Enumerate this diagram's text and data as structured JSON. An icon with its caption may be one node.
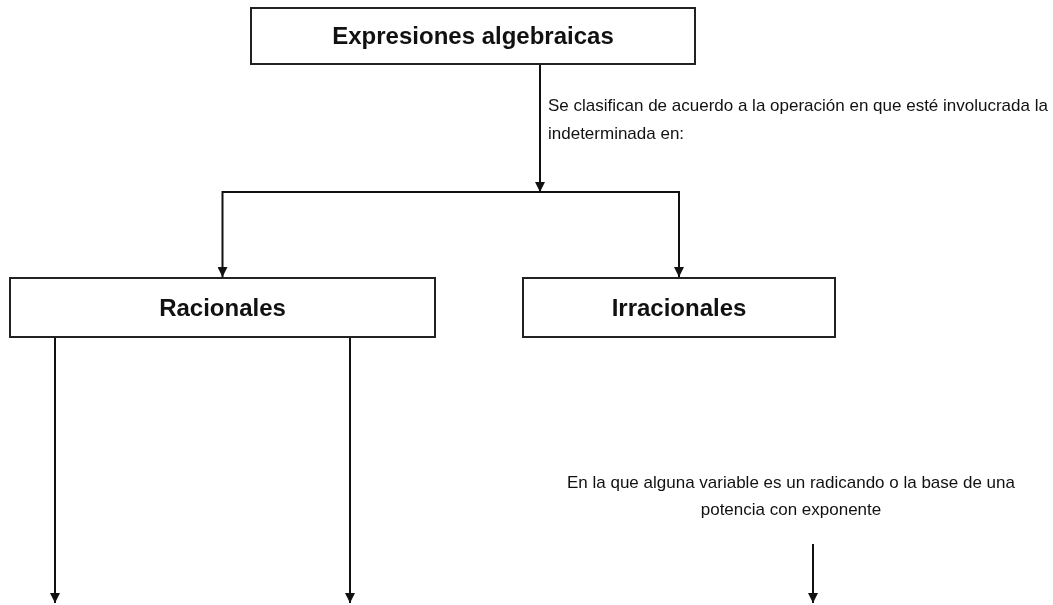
{
  "diagram": {
    "nodes": [
      {
        "text": [
          "Expresiones algebraicas"
        ]
      },
      {
        "text": [
          "Racionales"
        ]
      },
      {
        "text": [
          "Irracionales"
        ]
      },
      {
        "text": [
          "En la que alguna variable es un radicando o la base de una potencia con exponente"
        ]
      }
    ],
    "edges": [
      {
        "from": 0,
        "to": 1,
        "arrow": "to",
        "label": "Se clasifican de acuerdo a la operación en que esté involucrada la indeterminada en:"
      },
      {
        "from": 0,
        "to": 2,
        "arrow": "to"
      },
      {
        "from": 1,
        "to": null,
        "arrow": "to"
      },
      {
        "from": 1,
        "to": null,
        "arrow": "to"
      },
      {
        "from": 3,
        "to": null,
        "arrow": "to"
      }
    ]
  }
}
